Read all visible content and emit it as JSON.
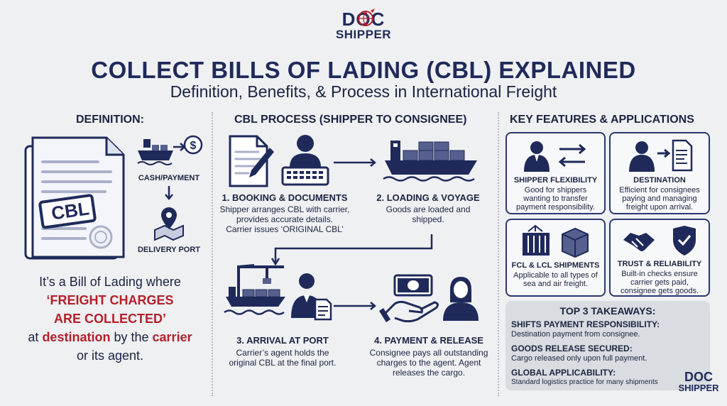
{
  "logo": {
    "line1": "DOC",
    "line2": "SHIPPER"
  },
  "title": "COLLECT BILLS OF LADING (CBL) EXPLAINED",
  "subtitle": "Definition, Benefits, & Process in International Freight",
  "definition": {
    "header": "DEFINITION:",
    "doc_label": "CBL",
    "cash_label": "CASH/PAYMENT",
    "port_label": "DELIVERY PORT",
    "text_1": "It’s a Bill of Lading where",
    "text_highlight": "‘FREIGHT CHARGES ARE COLLECTED’",
    "text_2": "at",
    "text_destination": "destination",
    "text_3": "by the",
    "text_carrier": "carrier",
    "text_4": "or its agent."
  },
  "process": {
    "header": "CBL PROCESS (SHIPPER TO CONSIGNEE)",
    "steps": [
      {
        "title": "1. BOOKING & DOCUMENTS",
        "desc_1": "Shipper arranges CBL with carrier,",
        "desc_2": "provides accurate details.",
        "desc_3": "Carrier issues ‘ORIGINAL CBL’"
      },
      {
        "title": "2. LOADING & VOYAGE",
        "desc_1": "Goods are loaded and",
        "desc_2": "shipped."
      },
      {
        "title": "3. ARRIVAL AT PORT",
        "desc_1": "Carrier’s agent holds the",
        "desc_2": "original CBL at the final port."
      },
      {
        "title": "4. PAYMENT & RELEASE",
        "desc_1": "Consignee pays all outstanding",
        "desc_2": "charges to the agent. Agent",
        "desc_3": "releases the cargo."
      }
    ]
  },
  "features": {
    "header": "KEY FEATURES & APPLICATIONS",
    "cards": [
      {
        "title": "SHIPPER FLEXIBILITY",
        "desc_1": "Good for shippers",
        "desc_2": "wanting to transfer",
        "desc_3": "payment responsibility."
      },
      {
        "title": "DESTINATION",
        "desc_1": "Efficient for consignees",
        "desc_2": "paying and managing",
        "desc_3": "freight upon arrival."
      },
      {
        "title": "FCL & LCL SHIPMENTS",
        "desc_1": "Applicable to all types of",
        "desc_2": "sea and air freight."
      },
      {
        "title": "TRUST & RELIABILITY",
        "desc_1": "Built-in checks ensure",
        "desc_2": "carrier gets paid,",
        "desc_3": "consignee gets goods."
      }
    ]
  },
  "takeaways": {
    "header": "TOP 3 TAKEAWAYS:",
    "items": [
      {
        "title": "SHIFTS PAYMENT RESPONSIBILITY:",
        "desc": "Destination payment from consignee."
      },
      {
        "title": "GOODS RELEASE SECURED:",
        "desc": "Cargo released only upon full payment."
      },
      {
        "title": "GLOBAL APPLICABILITY:",
        "desc": "Standard logistics practice for many shipments"
      }
    ]
  },
  "colors": {
    "navy": "#1f2a5a",
    "red": "#b3202b",
    "card_border": "#2b3870",
    "background": "#eef0f2"
  }
}
